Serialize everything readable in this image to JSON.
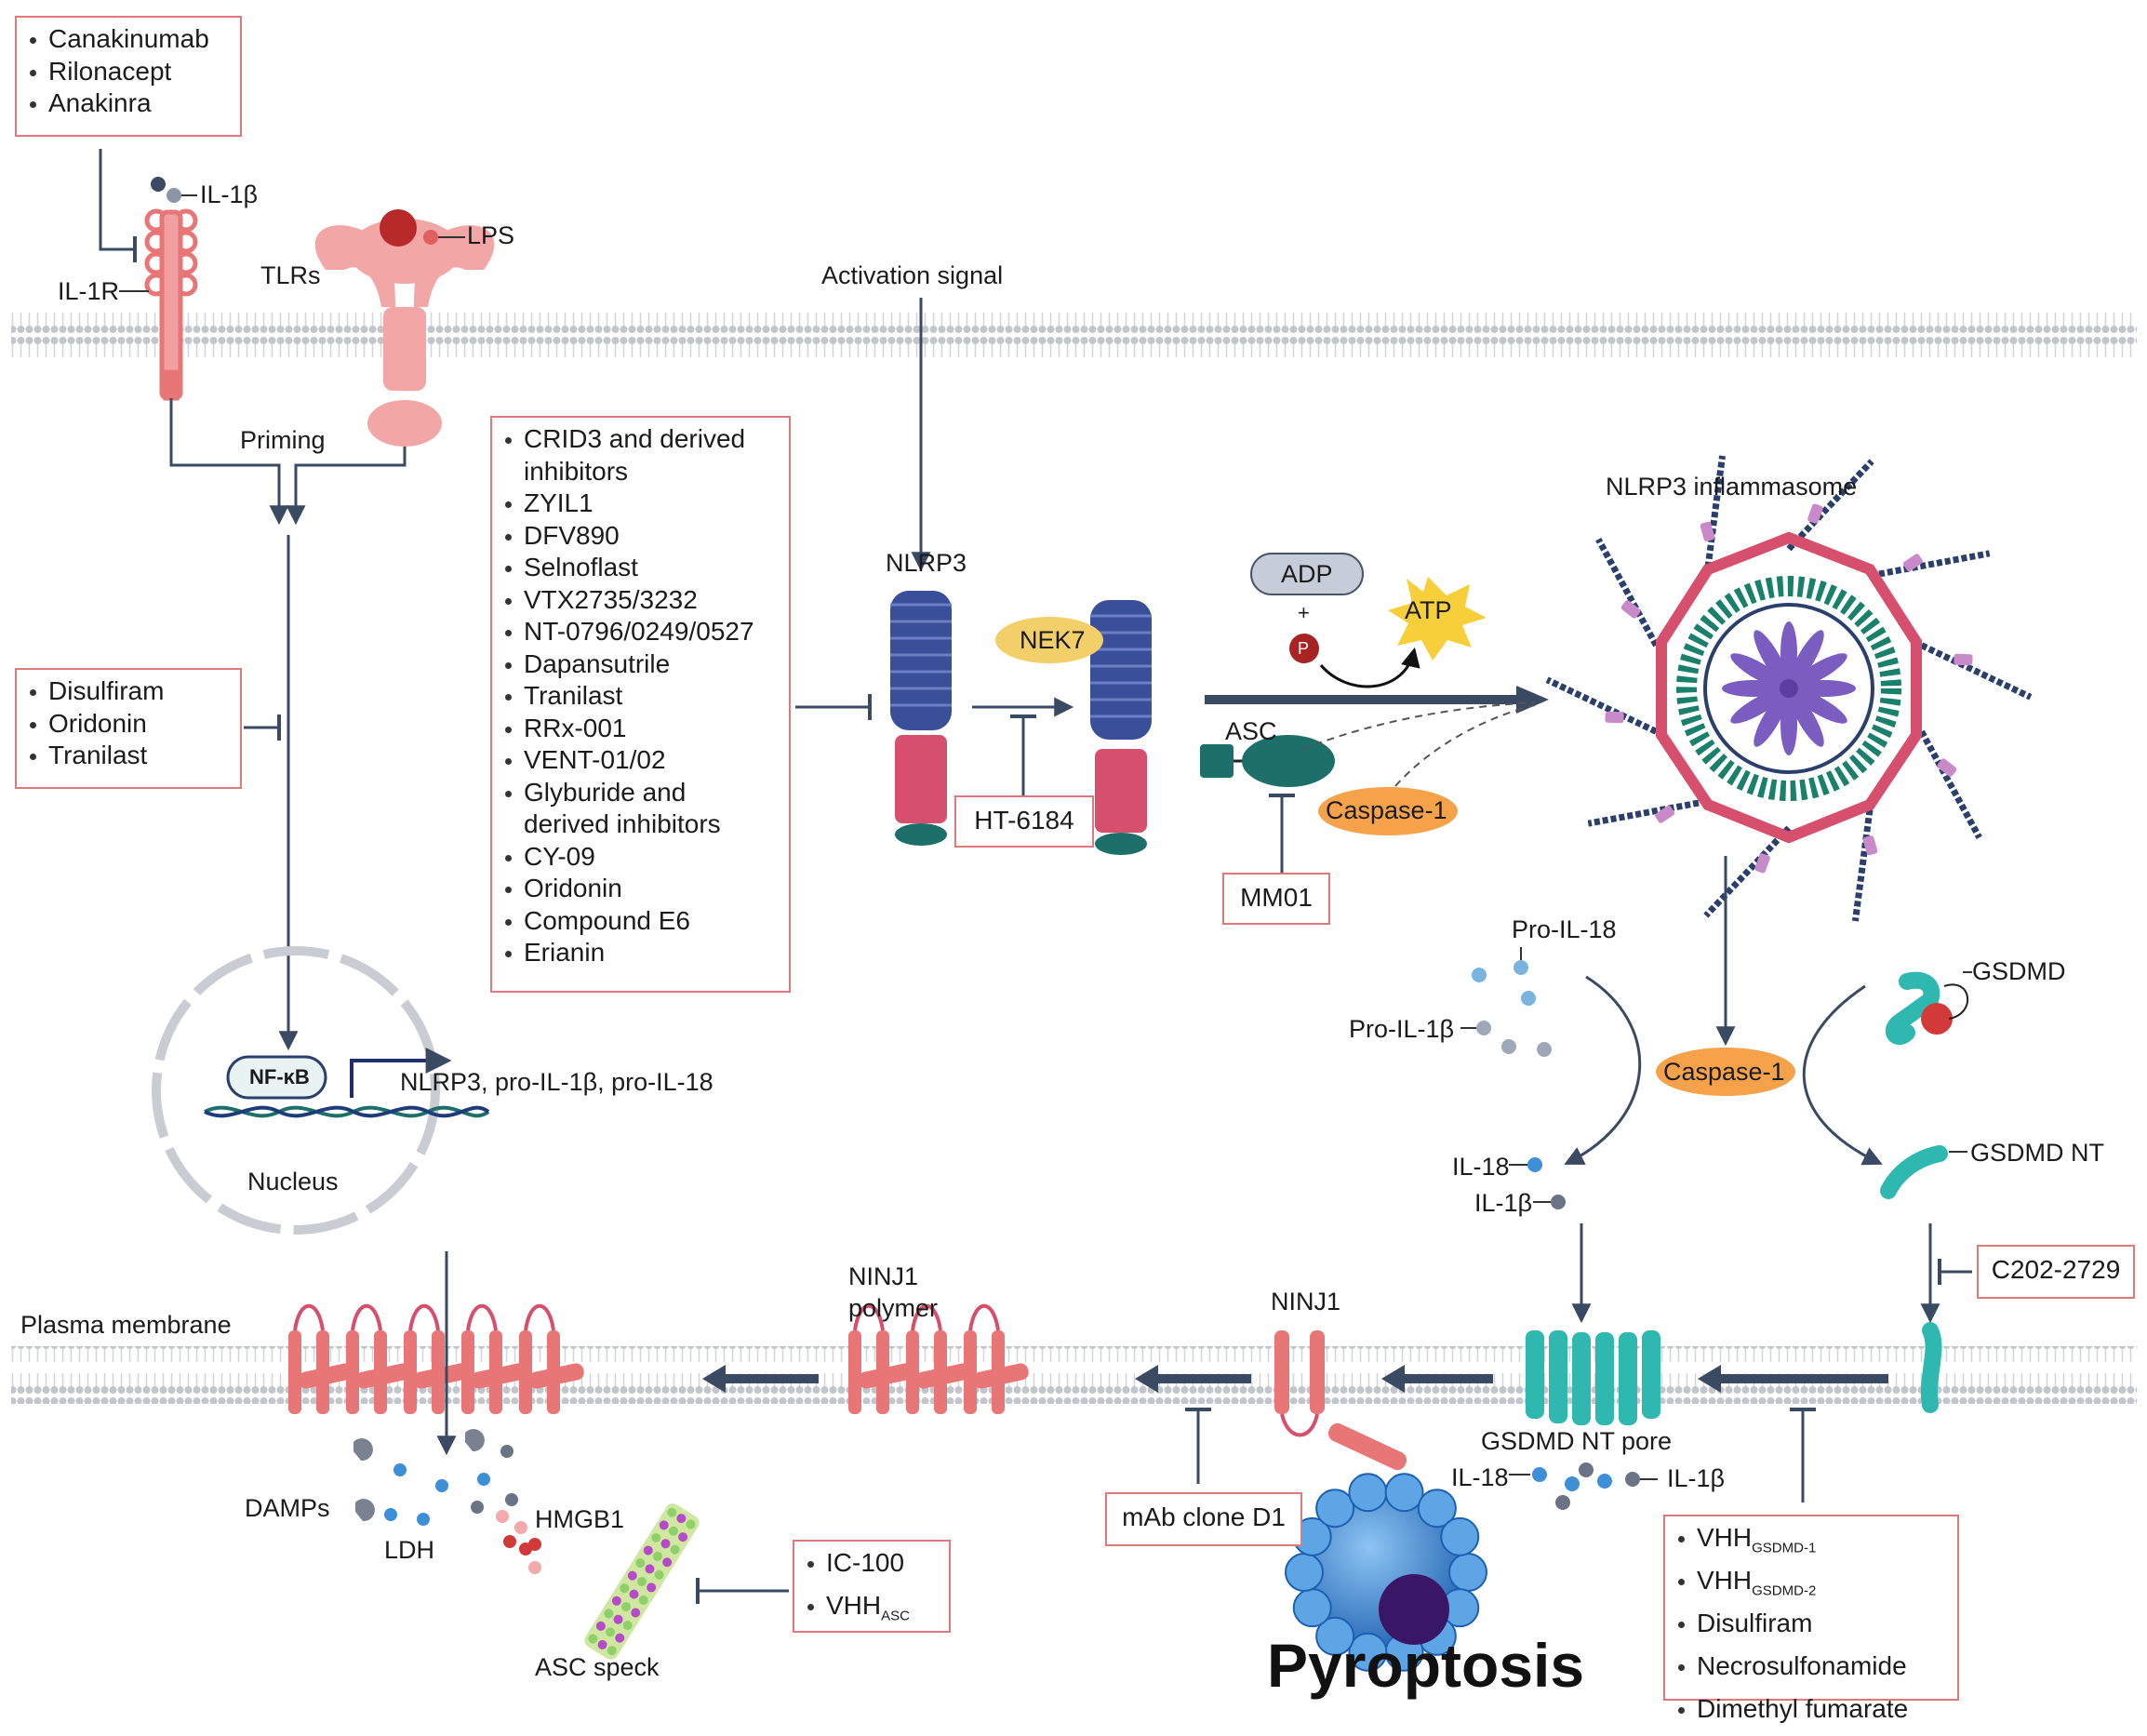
{
  "inhibitor_boxes": {
    "il1_blockers": [
      "Canakinumab",
      "Rilonacept",
      "Anakinra"
    ],
    "nfkb_inhibitors": [
      "Disulfiram",
      "Oridonin",
      "Tranilast"
    ],
    "nlrp3_inhibitors": [
      "CRID3 and derived inhibitors",
      "ZYIL1",
      "DFV890",
      "Selnoflast",
      "VTX2735/3232",
      "NT-0796/0249/0527",
      "Dapansutrile",
      "Tranilast",
      "RRx-001",
      "VENT-01/02",
      "Glyburide and derived inhibitors",
      "CY-09",
      "Oridonin",
      "Compound E6",
      "Erianin"
    ],
    "nek7_inhibitor": "HT-6184",
    "asc_inhibitor": "MM01",
    "gsdmd_nt_inhibitor": "C202-2729",
    "ninj1_inhibitor": "mAb clone D1",
    "asc_speck_inhibitors": [
      {
        "main": "IC-100",
        "sub": ""
      },
      {
        "main": "VHH",
        "sub": "ASC"
      }
    ],
    "gsdmd_pore_inhibitors": [
      {
        "main": "VHH",
        "sub": "GSDMD-1"
      },
      {
        "main": "VHH",
        "sub": "GSDMD-2"
      },
      {
        "main": "Disulfiram",
        "sub": ""
      },
      {
        "main": "Necrosulfonamide",
        "sub": ""
      },
      {
        "main": "Dimethyl fumarate",
        "sub": ""
      }
    ]
  },
  "labels": {
    "il1b_top": "IL-1β",
    "lps": "LPS",
    "tlrs": "TLRs",
    "il1r": "IL-1R",
    "activation_signal": "Activation signal",
    "priming": "Priming",
    "nlrp3": "NLRP3",
    "nek7": "NEK7",
    "adp": "ADP",
    "plus": "+",
    "phosphate": "P",
    "atp": "ATP",
    "asc": "ASC",
    "caspase1_a": "Caspase-1",
    "nlrp3_inflammasome": "NLRP3 inflammasome",
    "nfkb": "NF-κB",
    "transcription_targets": "NLRP3, pro-IL-1β, pro-IL-18",
    "nucleus": "Nucleus",
    "pro_il18": "Pro-IL-18",
    "pro_il1b": "Pro-IL-1β",
    "caspase1_b": "Caspase-1",
    "gsdmd": "GSDMD",
    "gsdmd_nt": "GSDMD NT",
    "il18": "IL-18",
    "il1b": "IL-1β",
    "plasma_membrane": "Plasma membrane",
    "ninj1_polymer": "NINJ1\npolymer",
    "ninj1": "NINJ1",
    "gsdmd_nt_pore": "GSDMD NT pore",
    "il18_out": "IL-18",
    "il1b_out": "IL-1β",
    "damps": "DAMPs",
    "ldh": "LDH",
    "hmgb1": "HMGB1",
    "asc_speck": "ASC speck",
    "pyroptosis": "Pyroptosis"
  },
  "colors": {
    "box_border": "#e07a7a",
    "arrow": "#3b4a63",
    "membrane": "#c4c8ce",
    "receptor": "#e87676",
    "tlr": "#f2a6a6",
    "nlrp3_blue": "#3a4f9a",
    "teal": "#2fb8b0",
    "caspase": "#f5a24a",
    "nek7": "#f3cf6a",
    "atp": "#f7cf3a",
    "cell_blue": "#3d8fd8"
  }
}
